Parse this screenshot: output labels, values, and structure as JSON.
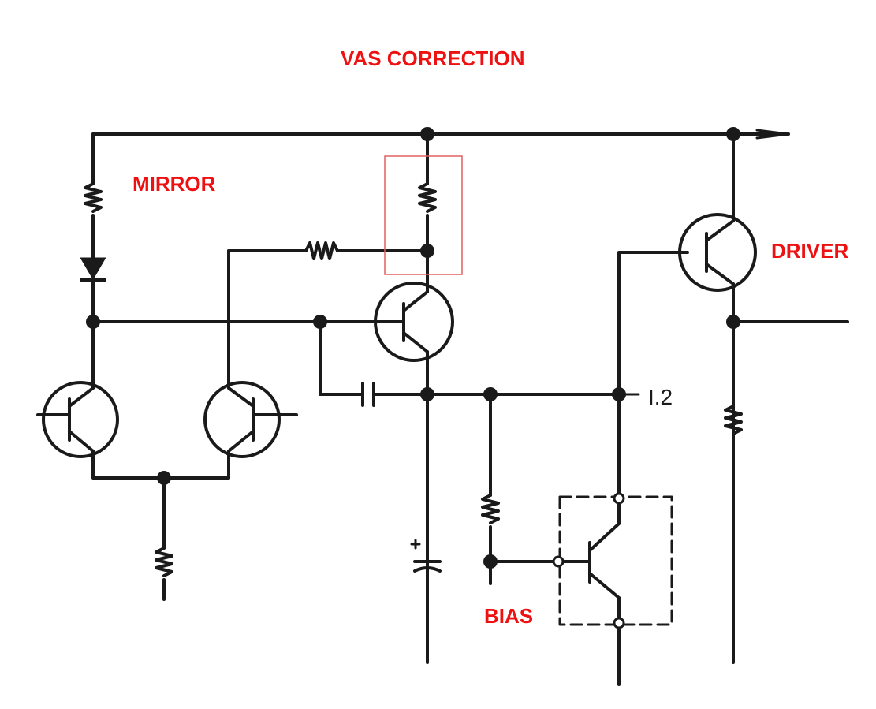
{
  "labels": {
    "title": "VAS CORRECTION",
    "mirror": "MIRROR",
    "driver": "DRIVER",
    "bias": "BIAS",
    "node": "I.2"
  },
  "colors": {
    "annotation": "#ee1111",
    "ink": "#1a1a1a",
    "highlight_box": "#e06060"
  }
}
